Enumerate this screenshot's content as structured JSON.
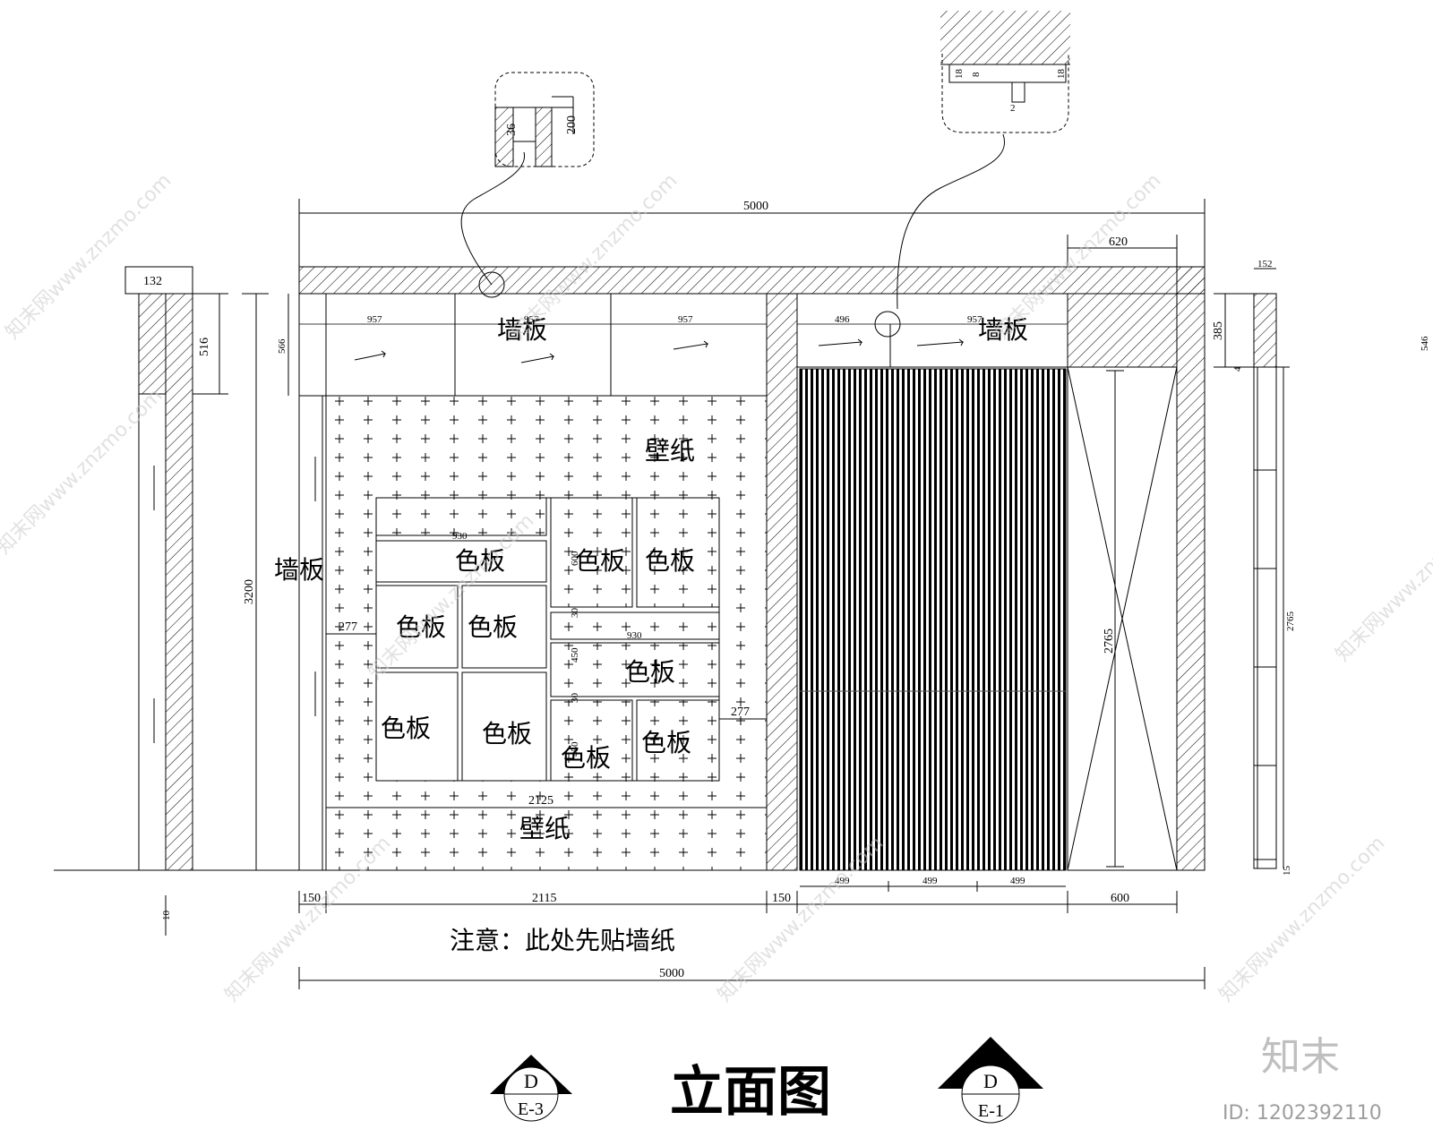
{
  "title": "立面图",
  "note": "注意：此处先贴墙纸",
  "labels": {
    "wall_panel": "墙板",
    "wallpaper": "壁纸",
    "color_panel": "色板"
  },
  "dimensions": {
    "total_width": "5000",
    "height": "3200",
    "top_cabinet_width": "957",
    "top_right_width": "620",
    "top_right_small": "496",
    "left_depth_top": "132",
    "left_side_516": "516",
    "cab_height_566": "566",
    "right_section_152": "152",
    "right_section_385": "385",
    "right_section_546": "546",
    "door_height": "2765",
    "offset_277": "277",
    "panel_930": "930",
    "panel_600": "600",
    "gap_30": "30",
    "panel_450": "450",
    "panel_2125": "2125",
    "bottom_150": "150",
    "bottom_2115": "2115",
    "bottom_499": "499",
    "bottom_600": "600",
    "detail_36": "36",
    "detail_200": "200",
    "detail_18": "18",
    "detail_8": "8",
    "detail_2": "2",
    "detail_4": "4",
    "detail_15": "15",
    "detail_10": "10"
  },
  "section_marks": {
    "left": {
      "top": "D",
      "bottom": "E-3"
    },
    "right": {
      "top": "D",
      "bottom": "E-1"
    }
  },
  "watermark": {
    "brand": "知末",
    "id": "ID: 1202392110",
    "url": "知末网www.znzmo.com"
  }
}
